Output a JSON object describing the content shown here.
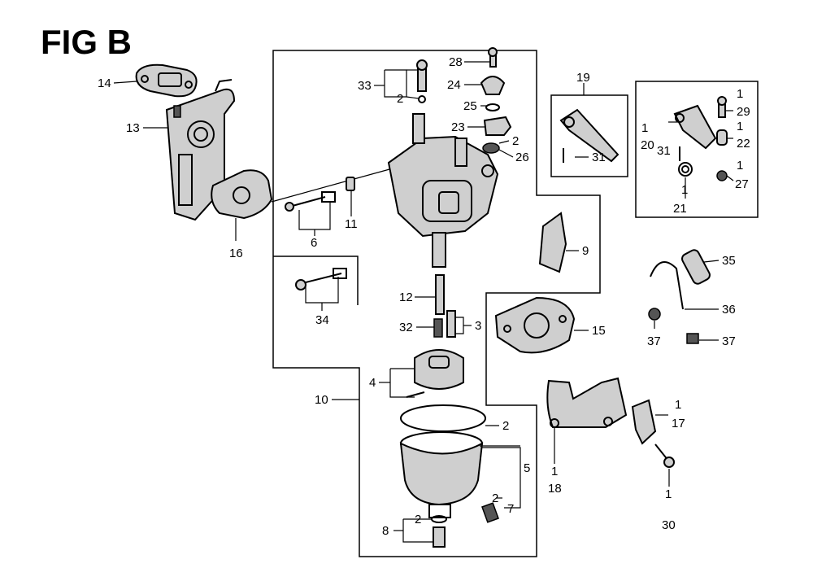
{
  "title": "FIG B",
  "callouts": {
    "c14": "14",
    "c13": "13",
    "c16": "16",
    "c33": "33",
    "c2a": "2",
    "c28": "28",
    "c24": "24",
    "c25": "25",
    "c23": "23",
    "c2b": "2",
    "c26": "26",
    "c6": "6",
    "c11": "11",
    "c34": "34",
    "c12": "12",
    "c32": "32",
    "c3": "3",
    "c4": "4",
    "c10": "10",
    "c2c": "2",
    "c5": "5",
    "c2d": "2",
    "c7": "7",
    "c2e": "2",
    "c8": "8",
    "c19": "19",
    "c31a": "31",
    "c9": "9",
    "c15": "15",
    "c1a": "1",
    "c29": "29",
    "c1b": "1",
    "c20": "20",
    "c31b": "31",
    "c1c": "1",
    "c22": "22",
    "c1d": "1",
    "c27": "27",
    "c1e": "1",
    "c21": "21",
    "c35": "35",
    "c36": "36",
    "c37a": "37",
    "c37b": "37",
    "c1f": "1",
    "c17": "17",
    "c1g": "1",
    "c18": "18",
    "c1h": "1",
    "c30": "30"
  }
}
